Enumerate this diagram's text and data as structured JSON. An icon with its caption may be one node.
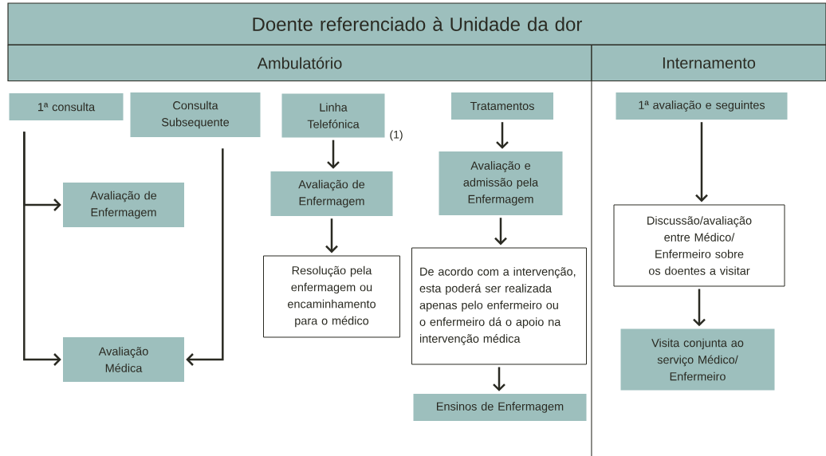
{
  "diagram": {
    "nodes": [
      {
        "text": [
          "Doente referenciado à Unidade da dor"
        ]
      },
      {
        "text": [
          "Ambulatório"
        ]
      },
      {
        "text": [
          "Internamento"
        ]
      },
      {
        "text": [
          "1ª consulta"
        ]
      },
      {
        "text": [
          "Consulta Subsequente"
        ]
      },
      {
        "text": [
          "Avaliação de Enfermagem"
        ]
      },
      {
        "text": [
          "Avaliação Médica"
        ]
      },
      {
        "text": [
          "Linha Telefónica"
        ],
        "beside": [
          "(1)"
        ]
      },
      {
        "text": [
          "Avaliação de Enfermagem"
        ]
      },
      {
        "text": [
          "Resolução pela enfermagem ou encaminhamento para o médico"
        ]
      },
      {
        "text": [
          "Tratamentos"
        ]
      },
      {
        "text": [
          "Avaliação e admissão pela Enfermagem"
        ]
      },
      {
        "text": [
          "De acordo com a intervenção, esta poderá ser realizada apenas pelo enfermeiro ou o enfermeiro dá o apoio na intervenção médica"
        ]
      },
      {
        "text": [
          "Ensinos de Enfermagem"
        ]
      },
      {
        "text": [
          "1ª avaliação e seguintes"
        ]
      },
      {
        "text": [
          "Discussão/avaliação entre Médico/ Enfermeiro sobre os doentes a visitar"
        ]
      },
      {
        "text": [
          "Visita conjunta ao serviço Médico/ Enfermeiro"
        ]
      }
    ],
    "edges": [
      {
        "from": 3,
        "to": 5,
        "arrow": "to"
      },
      {
        "from": 3,
        "to": 6,
        "arrow": "to"
      },
      {
        "from": 4,
        "to": 6,
        "arrow": "to"
      },
      {
        "from": 7,
        "to": 8,
        "arrow": "to"
      },
      {
        "from": 8,
        "to": 9,
        "arrow": "to"
      },
      {
        "from": 10,
        "to": 11,
        "arrow": "to"
      },
      {
        "from": 11,
        "to": 12,
        "arrow": "to"
      },
      {
        "from": 12,
        "to": 13,
        "arrow": "to"
      },
      {
        "from": 14,
        "to": 15,
        "arrow": "to"
      },
      {
        "from": 15,
        "to": 16,
        "arrow": "to"
      }
    ]
  }
}
